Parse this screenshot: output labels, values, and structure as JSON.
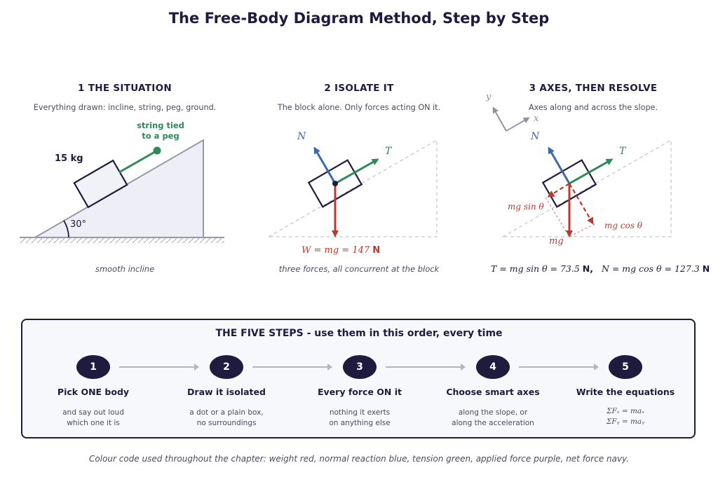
{
  "title": "The Free-Body Diagram Method, Step by Step",
  "panels": [
    {
      "title": "1  THE SITUATION",
      "subtitle": "Everything drawn: incline, string, peg, ground.",
      "mass_label": "15 kg",
      "string_label_line1": "string tied",
      "string_label_line2": "to a peg",
      "angle_label": "30°",
      "caption": "smooth incline"
    },
    {
      "title": "2  ISOLATE IT",
      "subtitle": "The block alone. Only forces acting ON it.",
      "normal_label": "N",
      "tension_label": "T",
      "weight_label": "W = mg = 147",
      "weight_unit": "N",
      "caption": "three forces, all concurrent at the block"
    },
    {
      "title": "3  AXES, THEN RESOLVE",
      "subtitle": "Axes along and across the slope.",
      "axis_y": "y",
      "axis_x": "x",
      "normal_label": "N",
      "tension_label": "T",
      "mg_sin_label": "mg sin θ",
      "mg_cos_label": "mg cos θ",
      "mg_label": "mg",
      "equation_part1": "T = mg sin θ = 73.5",
      "unit1": "N,",
      "equation_part2": "N = mg cos θ = 127.3",
      "unit2": "N"
    }
  ],
  "steps_title": "THE FIVE STEPS - use them in this order, every time",
  "steps": [
    {
      "number": "1",
      "title": "Pick ONE body",
      "line1": "and say out loud",
      "line2": "which one it is"
    },
    {
      "number": "2",
      "title": "Draw it isolated",
      "line1": "a dot or a plain box,",
      "line2": "no surroundings"
    },
    {
      "number": "3",
      "title": "Every force ON it",
      "line1": "nothing it exerts",
      "line2": "on anything else"
    },
    {
      "number": "4",
      "title": "Choose smart axes",
      "line1": "along the slope, or",
      "line2": "along the acceleration"
    },
    {
      "number": "5",
      "title": "Write the equations",
      "line1": "ΣFₓ = maₓ",
      "line2": "ΣFᵧ = maᵧ"
    }
  ],
  "footer": "Colour code used throughout the chapter: weight red, normal reaction blue, tension green, applied force purple, net force navy.",
  "colors": {
    "navy": "#1e1b3f",
    "weight_red": "#b83a2e",
    "normal_blue": "#3c6aa8",
    "tension_green": "#2e8a56",
    "incline_fill": "#eeeef6",
    "incline_stroke": "#9a98a8",
    "guide_grey": "#c8c8d0"
  }
}
